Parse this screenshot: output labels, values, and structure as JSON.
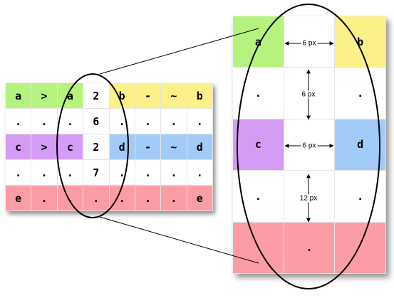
{
  "colors": {
    "green": "#b6f27e",
    "yellow": "#fbf188",
    "purple": "#d59cf5",
    "blue": "#a2cbf8",
    "pink": "#fc9ca6",
    "white": "#ffffff"
  },
  "small_grid": {
    "rows": [
      [
        {
          "t": "a",
          "c": "green"
        },
        {
          "t": ">",
          "c": "green"
        },
        {
          "t": "a",
          "c": "green"
        },
        {
          "t": "2",
          "c": "white"
        },
        {
          "t": "b",
          "c": "yellow"
        },
        {
          "t": "-",
          "c": "yellow"
        },
        {
          "t": "~",
          "c": "yellow"
        },
        {
          "t": "b",
          "c": "yellow"
        }
      ],
      [
        {
          "t": ".",
          "c": "white"
        },
        {
          "t": ".",
          "c": "white"
        },
        {
          "t": ".",
          "c": "white"
        },
        {
          "t": "6",
          "c": "white"
        },
        {
          "t": ".",
          "c": "white"
        },
        {
          "t": ".",
          "c": "white"
        },
        {
          "t": ".",
          "c": "white"
        },
        {
          "t": ".",
          "c": "white"
        }
      ],
      [
        {
          "t": "c",
          "c": "purple"
        },
        {
          "t": ">",
          "c": "purple"
        },
        {
          "t": "c",
          "c": "purple"
        },
        {
          "t": "2",
          "c": "white"
        },
        {
          "t": "d",
          "c": "blue"
        },
        {
          "t": "-",
          "c": "blue"
        },
        {
          "t": "~",
          "c": "blue"
        },
        {
          "t": "d",
          "c": "blue"
        }
      ],
      [
        {
          "t": ".",
          "c": "white"
        },
        {
          "t": ".",
          "c": "white"
        },
        {
          "t": ".",
          "c": "white"
        },
        {
          "t": "7",
          "c": "white"
        },
        {
          "t": ".",
          "c": "white"
        },
        {
          "t": ".",
          "c": "white"
        },
        {
          "t": ".",
          "c": "white"
        },
        {
          "t": ".",
          "c": "white"
        }
      ],
      [
        {
          "t": "e",
          "c": "pink"
        },
        {
          "t": ".",
          "c": "pink"
        },
        {
          "t": ".",
          "c": "pink"
        },
        {
          "t": ".",
          "c": "pink"
        },
        {
          "t": ".",
          "c": "pink"
        },
        {
          "t": ".",
          "c": "pink"
        },
        {
          "t": ".",
          "c": "pink"
        },
        {
          "t": "e",
          "c": "pink"
        }
      ]
    ]
  },
  "big_grid": {
    "rows": [
      [
        {
          "t": "a",
          "c": "green"
        },
        {
          "t": "",
          "c": "white"
        },
        {
          "t": "b",
          "c": "yellow"
        }
      ],
      [
        {
          "t": ".",
          "c": "white"
        },
        {
          "t": "",
          "c": "white"
        },
        {
          "t": ".",
          "c": "white"
        }
      ],
      [
        {
          "t": "c",
          "c": "purple"
        },
        {
          "t": "",
          "c": "white"
        },
        {
          "t": "d",
          "c": "blue"
        }
      ],
      [
        {
          "t": ".",
          "c": "white"
        },
        {
          "t": "",
          "c": "white"
        },
        {
          "t": ".",
          "c": "white"
        }
      ],
      [
        {
          "t": "",
          "c": "pink"
        },
        {
          "t": ".",
          "c": "pink"
        },
        {
          "t": "",
          "c": "pink"
        }
      ]
    ]
  },
  "dimensions": {
    "gap_ab": "6 px",
    "gap_row1": "6 px",
    "gap_cd": "6 px",
    "gap_row3": "12 px"
  }
}
